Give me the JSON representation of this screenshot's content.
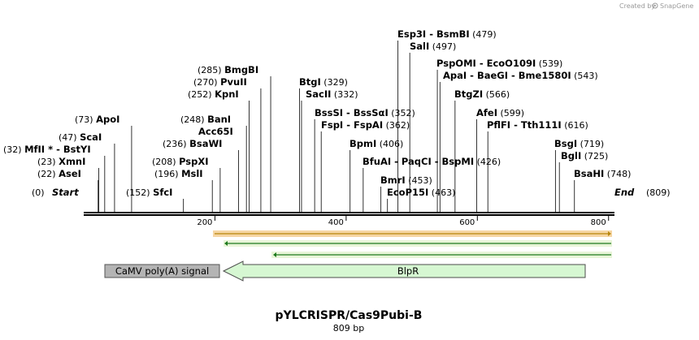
{
  "header": {
    "credit": "Created by",
    "brand": "SnapGene"
  },
  "map": {
    "title": "pYLCRISPR/Cas9Pubi-B",
    "length_label": "809 bp",
    "start_label": "Start",
    "start_pos": "(0)",
    "end_label": "End",
    "end_pos": "(809)",
    "ticks": [
      "200",
      "400",
      "600",
      "800"
    ],
    "tick_values": [
      200,
      400,
      600,
      800
    ],
    "total_bp": 809
  },
  "sites": [
    {
      "bp": 22,
      "lines": [
        {
          "pos": "(22)",
          "names": [
            "AseI"
          ]
        }
      ]
    },
    {
      "bp": 23,
      "lines": [
        {
          "pos": "(23)",
          "names": [
            "XmnI"
          ]
        }
      ]
    },
    {
      "bp": 32,
      "lines": [
        {
          "pos": "(32)",
          "names": [
            "MfII *",
            "BstYI"
          ]
        }
      ]
    },
    {
      "bp": 47,
      "lines": [
        {
          "pos": "(47)",
          "names": [
            "ScaI"
          ]
        }
      ]
    },
    {
      "bp": 73,
      "lines": [
        {
          "pos": "(73)",
          "names": [
            "ApoI"
          ]
        }
      ]
    },
    {
      "bp": 152,
      "lines": [
        {
          "pos": "(152)",
          "names": [
            "SfcI"
          ]
        }
      ]
    },
    {
      "bp": 196,
      "lines": [
        {
          "pos": "(196)",
          "names": [
            "MslI"
          ]
        }
      ]
    },
    {
      "bp": 208,
      "lines": [
        {
          "pos": "(208)",
          "names": [
            "PspXI"
          ]
        }
      ]
    },
    {
      "bp": 236,
      "lines": [
        {
          "pos": "(236)",
          "names": [
            "BsaWI"
          ]
        }
      ]
    },
    {
      "bp": 248,
      "lines": [
        {
          "pos": "",
          "names": [
            "Acc65I"
          ]
        },
        {
          "pos": "(248)",
          "names": [
            "BanI"
          ]
        }
      ]
    },
    {
      "bp": 252,
      "lines": [
        {
          "pos": "(252)",
          "names": [
            "KpnI"
          ]
        }
      ]
    },
    {
      "bp": 270,
      "lines": [
        {
          "pos": "(270)",
          "names": [
            "PvuII"
          ]
        }
      ]
    },
    {
      "bp": 285,
      "lines": [
        {
          "pos": "(285)",
          "names": [
            "BmgBI"
          ]
        }
      ]
    },
    {
      "bp": 329,
      "lines": [
        {
          "pos": "(329)",
          "names": [
            "BtgI"
          ]
        }
      ]
    },
    {
      "bp": 332,
      "lines": [
        {
          "pos": "(332)",
          "names": [
            "SacII"
          ]
        }
      ]
    },
    {
      "bp": 352,
      "lines": [
        {
          "pos": "(352)",
          "names": [
            "BssSI",
            "BssSαI"
          ]
        }
      ]
    },
    {
      "bp": 362,
      "lines": [
        {
          "pos": "(362)",
          "names": [
            "FspI",
            "FspAI"
          ]
        }
      ]
    },
    {
      "bp": 406,
      "lines": [
        {
          "pos": "(406)",
          "names": [
            "BpmI"
          ]
        }
      ]
    },
    {
      "bp": 426,
      "lines": [
        {
          "pos": "(426)",
          "names": [
            "BfuAI",
            "PaqCI",
            "BspMI"
          ]
        }
      ]
    },
    {
      "bp": 453,
      "lines": [
        {
          "pos": "(453)",
          "names": [
            "BmrI"
          ]
        }
      ]
    },
    {
      "bp": 463,
      "lines": [
        {
          "pos": "(463)",
          "names": [
            "EcoP15I"
          ]
        }
      ]
    },
    {
      "bp": 479,
      "lines": [
        {
          "pos": "(479)",
          "names": [
            "Esp3I",
            "BsmBI"
          ]
        }
      ]
    },
    {
      "bp": 497,
      "lines": [
        {
          "pos": "(497)",
          "names": [
            "SalI"
          ]
        }
      ]
    },
    {
      "bp": 539,
      "lines": [
        {
          "pos": "(539)",
          "names": [
            "PspOMI",
            "EcoO109I"
          ]
        }
      ]
    },
    {
      "bp": 543,
      "lines": [
        {
          "pos": "(543)",
          "names": [
            "ApaI",
            "BaeGI",
            "Bme1580I"
          ]
        }
      ]
    },
    {
      "bp": 566,
      "lines": [
        {
          "pos": "(566)",
          "names": [
            "BtgZI"
          ]
        }
      ]
    },
    {
      "bp": 599,
      "lines": [
        {
          "pos": "(599)",
          "names": [
            "AfeI"
          ]
        }
      ]
    },
    {
      "bp": 616,
      "lines": [
        {
          "pos": "(616)",
          "names": [
            "PflFI",
            "Tth111I"
          ]
        }
      ]
    },
    {
      "bp": 719,
      "lines": [
        {
          "pos": "(719)",
          "names": [
            "BsgI"
          ]
        }
      ]
    },
    {
      "bp": 725,
      "lines": [
        {
          "pos": "(725)",
          "names": [
            "BglI"
          ]
        }
      ]
    },
    {
      "bp": 748,
      "lines": [
        {
          "pos": "(748)",
          "names": [
            "BsaHI"
          ]
        }
      ]
    }
  ],
  "features": [
    {
      "name": "CaMV poly(A) signal",
      "type": "box",
      "fill": "#b4b4b4",
      "stroke": "#555555"
    },
    {
      "name": "BlpR",
      "type": "arrow-left",
      "fill": "#d6f7d2",
      "stroke": "#4c4c4c"
    }
  ],
  "orfs": [
    {
      "strand": "forward",
      "color": "#b8860b",
      "highlight": "#f6d6a4"
    },
    {
      "strand": "reverse",
      "color": "#1e7a1e",
      "highlight": "#e8f5d8"
    },
    {
      "strand": "reverse",
      "color": "#1e7a1e",
      "highlight": "#e8f5d8"
    }
  ]
}
